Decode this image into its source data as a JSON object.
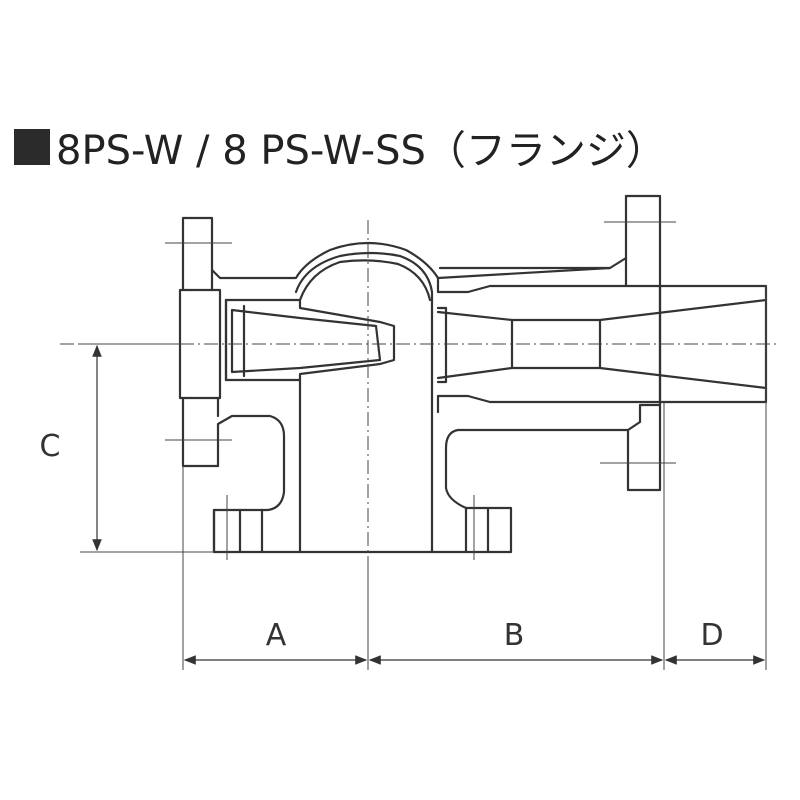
{
  "title": "8PS-W / 8 PS-W-SS（フランジ）",
  "dimensions": {
    "a": "A",
    "b": "B",
    "c": "C",
    "d": "D"
  },
  "colors": {
    "line": "#333333",
    "title_marker": "#2b2b2b"
  }
}
